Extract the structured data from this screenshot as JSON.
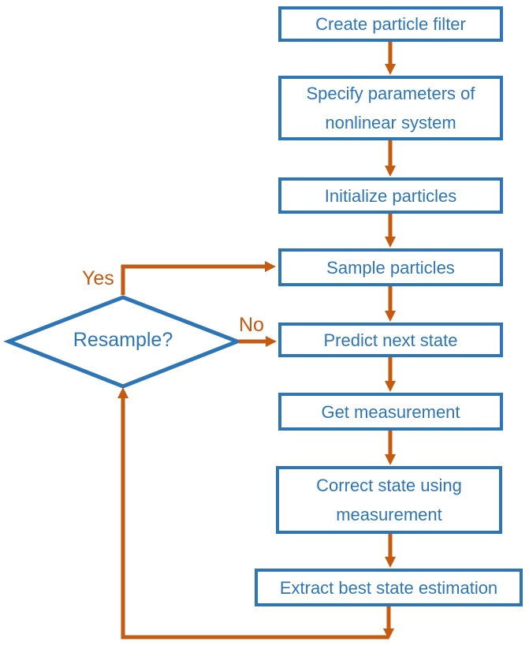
{
  "colors": {
    "node_blue": "#2E75B6",
    "arrow_orange": "#C55A11",
    "background": "#FFFFFF"
  },
  "nodes": {
    "create": "Create particle filter",
    "specify": "Specify parameters of nonlinear system",
    "initialize": "Initialize particles",
    "sample": "Sample particles",
    "predict": "Predict next state",
    "get_measurement": "Get measurement",
    "correct": "Correct state using measurement",
    "extract": "Extract best state estimation"
  },
  "decision": {
    "label": "Resample?"
  },
  "edge_labels": {
    "yes": "Yes",
    "no": "No"
  }
}
